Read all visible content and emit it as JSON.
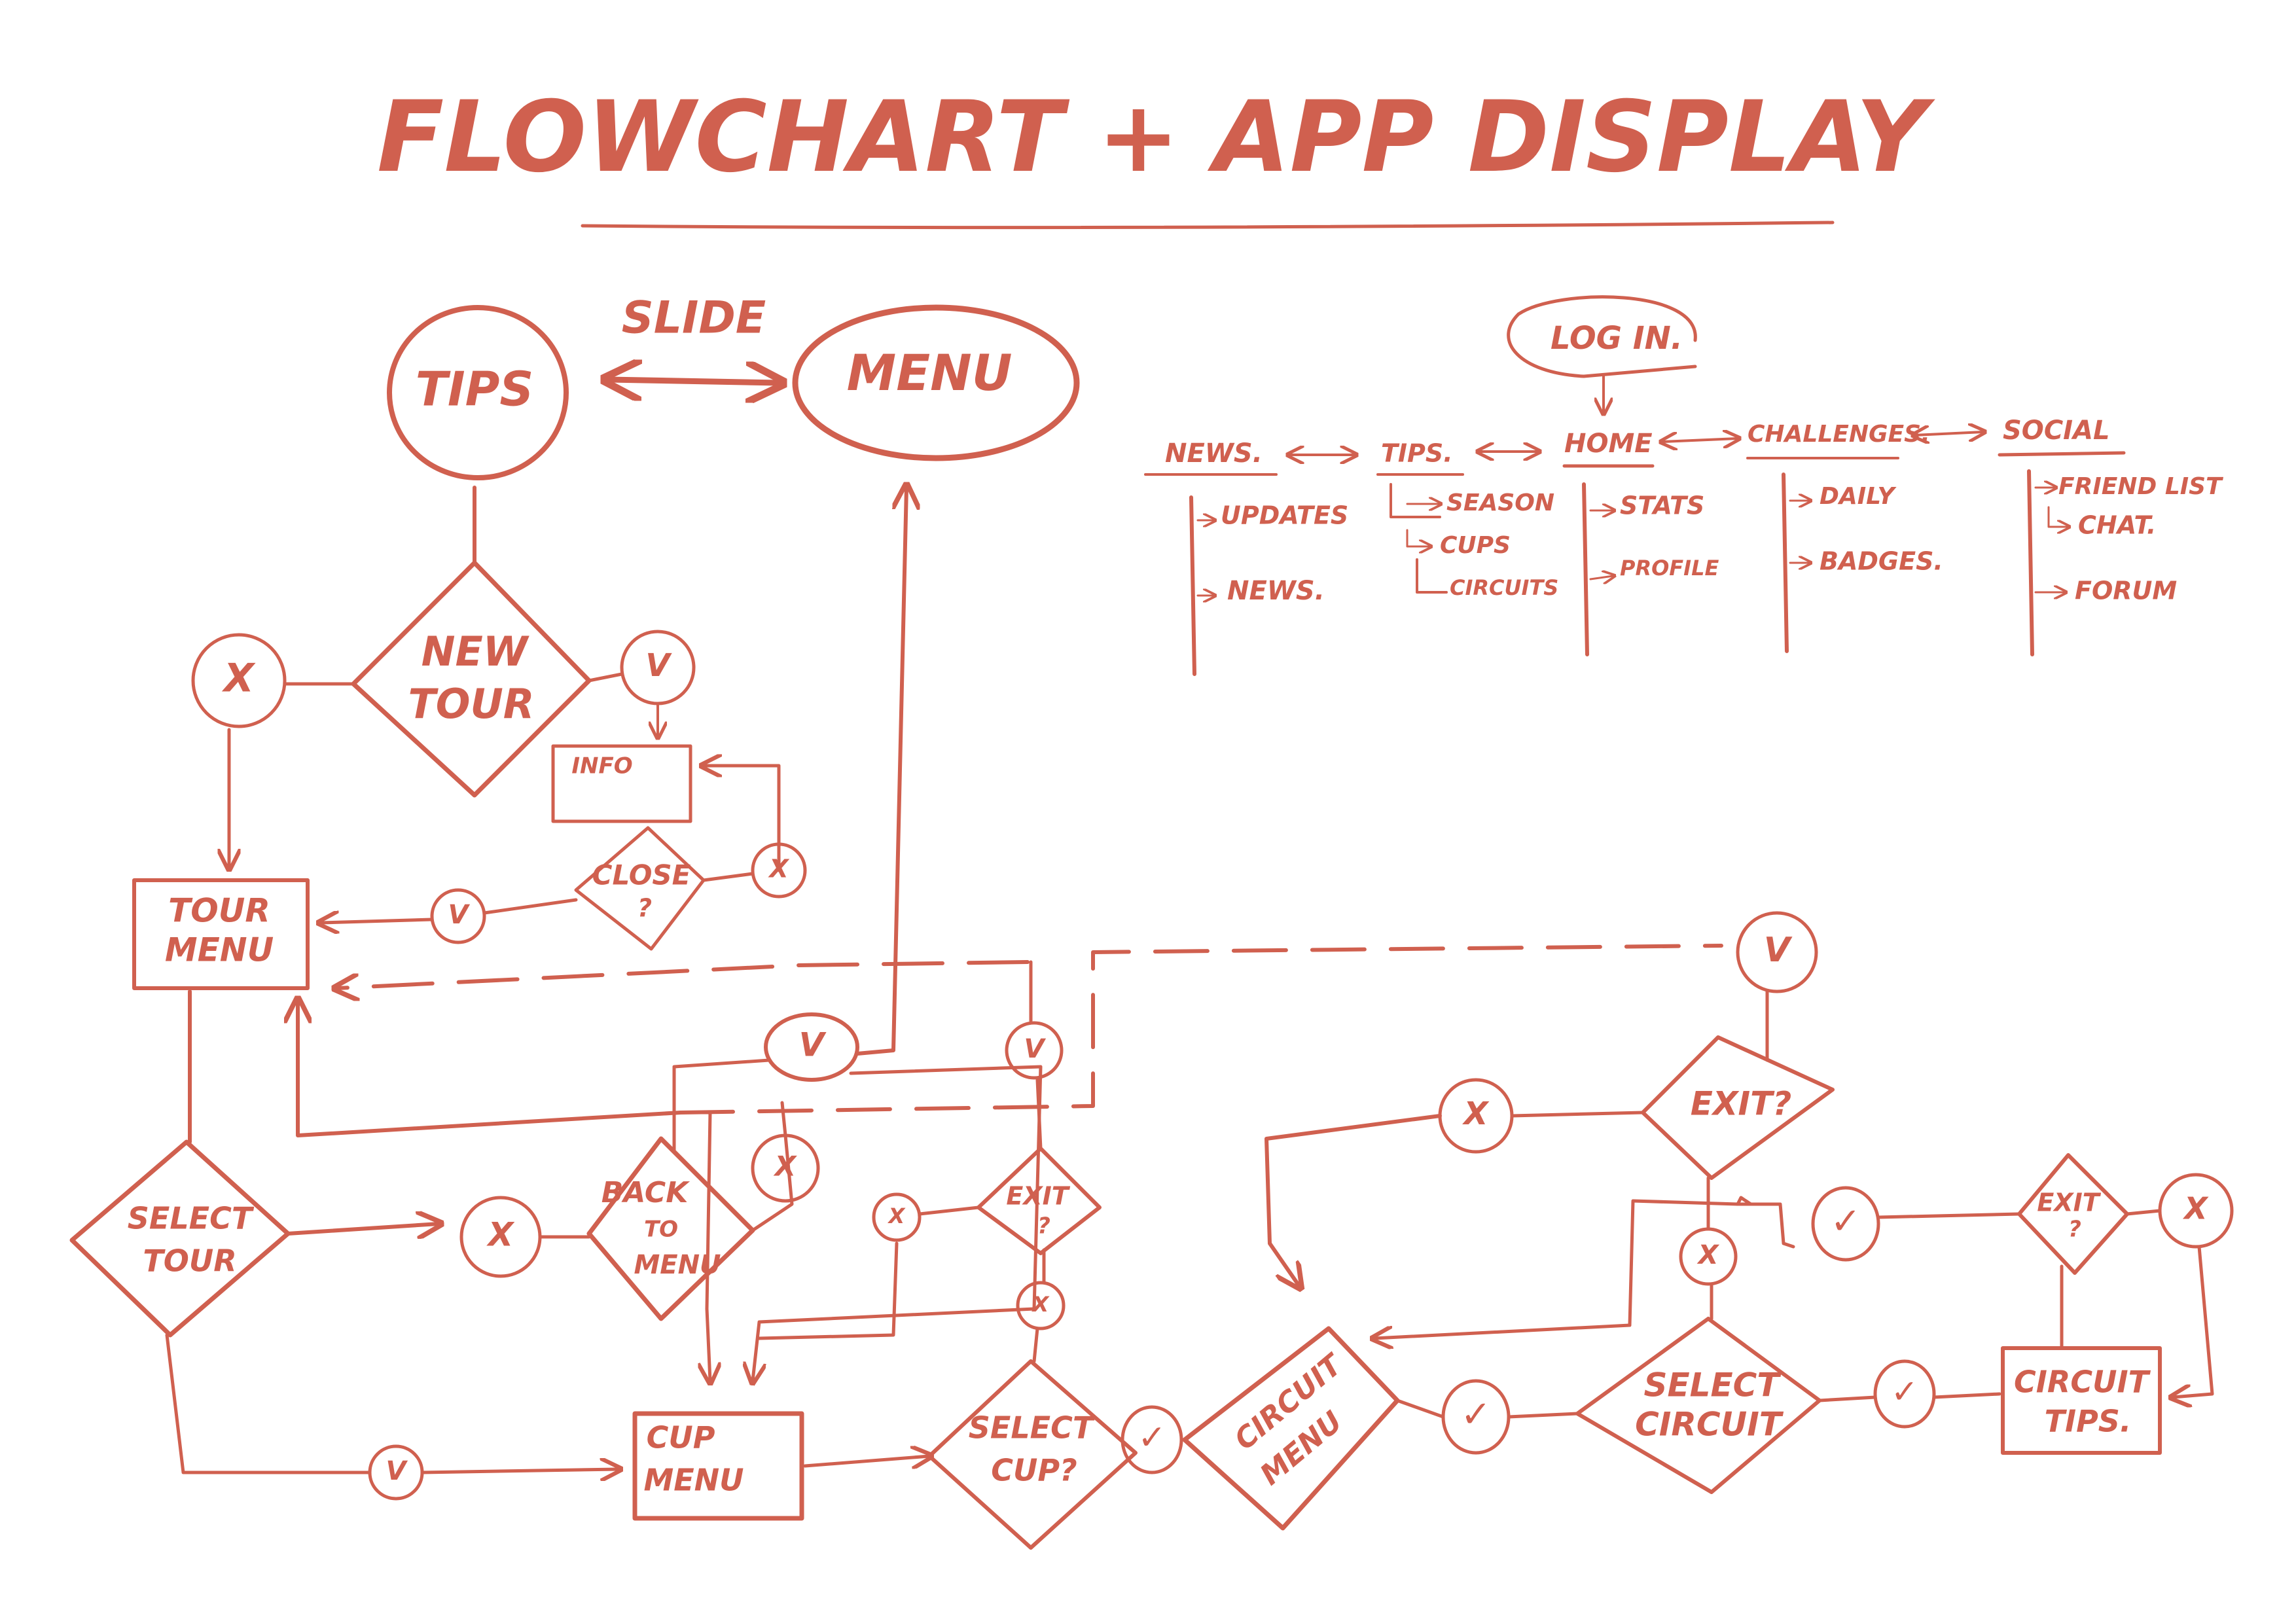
{
  "title": "FLOWCHART + APP DISPLAY",
  "colors": {
    "ink": "#d0604f",
    "background": "#ffffff"
  },
  "flow": {
    "tips": "TIPS",
    "menu": "MENU",
    "slide": "SLIDE",
    "new_tour": [
      "NEW",
      "TOUR"
    ],
    "info": "INFO",
    "close": [
      "CLOSE",
      "?"
    ],
    "tour_menu": [
      "TOUR",
      "MENU"
    ],
    "select_tour": [
      "SELECT",
      "TOUR"
    ],
    "back_to_menu": [
      "BACK",
      "TO",
      "MENU"
    ],
    "cup_menu": [
      "CUP",
      "MENU"
    ],
    "select_cup": [
      "SELECT",
      "CUP?"
    ],
    "exit_mid": [
      "EXIT",
      "?"
    ],
    "circuit_menu": [
      "CIRCUIT",
      "MENU"
    ],
    "select_circuit": [
      "SELECT",
      "CIRCUIT"
    ],
    "exit_right": "EXIT?",
    "exit_far": [
      "EXIT",
      "?"
    ],
    "circuit_tips": [
      "CIRCUIT",
      "TIPS."
    ],
    "yes": "V",
    "yes_check": "✓",
    "no": "X"
  },
  "app": {
    "log_in": "LOG IN.",
    "columns": [
      {
        "header": "NEWS.",
        "items": [
          "UPDATES",
          "NEWS."
        ]
      },
      {
        "header": "TIPS.",
        "items": [
          "SEASON",
          "CUPS",
          "CIRCUITS"
        ]
      },
      {
        "header": "HOME",
        "items": [
          "STATS",
          "PROFILE"
        ]
      },
      {
        "header": "CHALLENGES.",
        "items": [
          "DAILY",
          "BADGES."
        ]
      },
      {
        "header": "SOCIAL",
        "items": [
          "FRIEND LIST",
          "CHAT.",
          "FORUM"
        ]
      }
    ]
  }
}
